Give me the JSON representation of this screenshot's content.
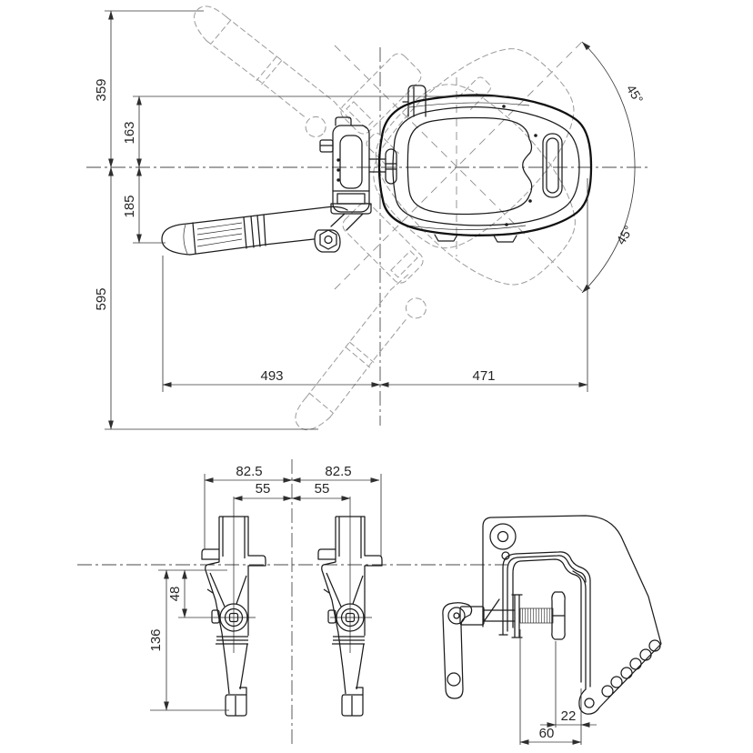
{
  "top_view": {
    "dim_overall_top": "359",
    "dim_cowl_half_width": "163",
    "dim_tiller_offset": "185",
    "dim_overall_bottom": "595",
    "dim_length_forward": "493",
    "dim_length_aft": "471",
    "dim_steer_angle_up": "45°",
    "dim_steer_angle_down": "45°"
  },
  "bracket_views": {
    "dim_outer_width_left": "82.5",
    "dim_outer_width_right": "82.5",
    "dim_inner_width_left": "55",
    "dim_inner_width_right": "55",
    "dim_pivot_to_axis": "48",
    "dim_overall_height": "136"
  },
  "clamp_view": {
    "dim_pad_travel": "22",
    "dim_jaw_opening": "60"
  }
}
